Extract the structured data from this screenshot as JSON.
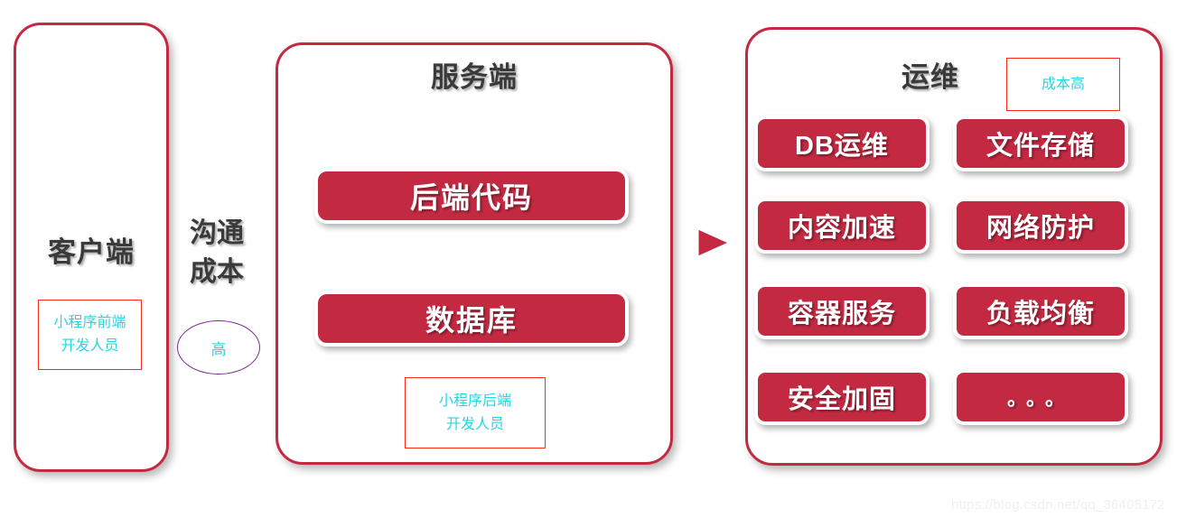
{
  "diagram": {
    "panels": [
      {
        "id": "client",
        "title": "客户端"
      },
      {
        "id": "server",
        "title": "服务端"
      },
      {
        "id": "ops",
        "title": "运维"
      }
    ],
    "communication": {
      "label_line1": "沟通",
      "label_line2": "成本",
      "level_badge": "高"
    },
    "notes": {
      "client_note_line1": "小程序前端",
      "client_note_line2": "开发人员",
      "server_note_line1": "小程序后端",
      "server_note_line2": "开发人员",
      "ops_note": "成本高"
    },
    "server_items": [
      {
        "label": "后端代码"
      },
      {
        "label": "数据库"
      }
    ],
    "ops_items": [
      {
        "label": "DB运维"
      },
      {
        "label": "文件存储"
      },
      {
        "label": "内容加速"
      },
      {
        "label": "网络防护"
      },
      {
        "label": "容器服务"
      },
      {
        "label": "负载均衡"
      },
      {
        "label": "安全加固"
      },
      {
        "label": "。。。"
      }
    ],
    "arrow": {
      "name": "server-to-ops-arrow",
      "direction": "right"
    },
    "colors": {
      "brand_red": "#C32A42",
      "note_border": "#FF2B17",
      "note_text": "#27D7E0",
      "ellipse_border": "#7B2A8C",
      "heading_text": "#3A3A3A",
      "panel_background": "#FFFFFF"
    },
    "watermark": "https://blog.csdn.net/qq_36405172"
  }
}
